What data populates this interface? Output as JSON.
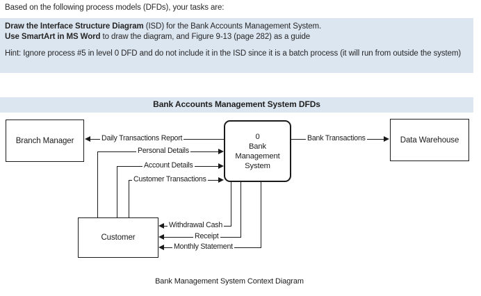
{
  "intro": {
    "line": "Based on the following process models (DFDs), your tasks are:"
  },
  "instructions": {
    "background_color": "#dce6f1",
    "task1_bold": "Draw the Interface Structure Diagram",
    "task1_rest": " (ISD) for the Bank Accounts Management System.",
    "task2_bold": "Use SmartArt in MS Word",
    "task2_rest": " to draw the diagram, and Figure 9-13 (page 282) as a guide",
    "hint": "Hint: Ignore process #5 in level 0 DFD and do not include it in the ISD since it is a batch process (it will run from outside the system)"
  },
  "diagram": {
    "title": "Bank Accounts Management System DFDs",
    "title_background": "#dce6f1",
    "caption": "Bank Management System Context Diagram",
    "entities": {
      "branch_manager": "Branch Manager",
      "data_warehouse": "Data Warehouse",
      "customer": "Customer"
    },
    "process": {
      "number": "0",
      "name_line1": "Bank",
      "name_line2": "Management",
      "name_line3": "System"
    },
    "flows": {
      "daily_transactions_report": "Daily Transactions Report",
      "personal_details": "Personal Details",
      "account_details": "Account Details",
      "customer_transactions": "Customer Transactions",
      "bank_transactions": "Bank Transactions",
      "withdrawal_cash": "Withdrawal Cash",
      "receipt": "Receipt",
      "monthly_statement": "Monthly Statement"
    }
  }
}
